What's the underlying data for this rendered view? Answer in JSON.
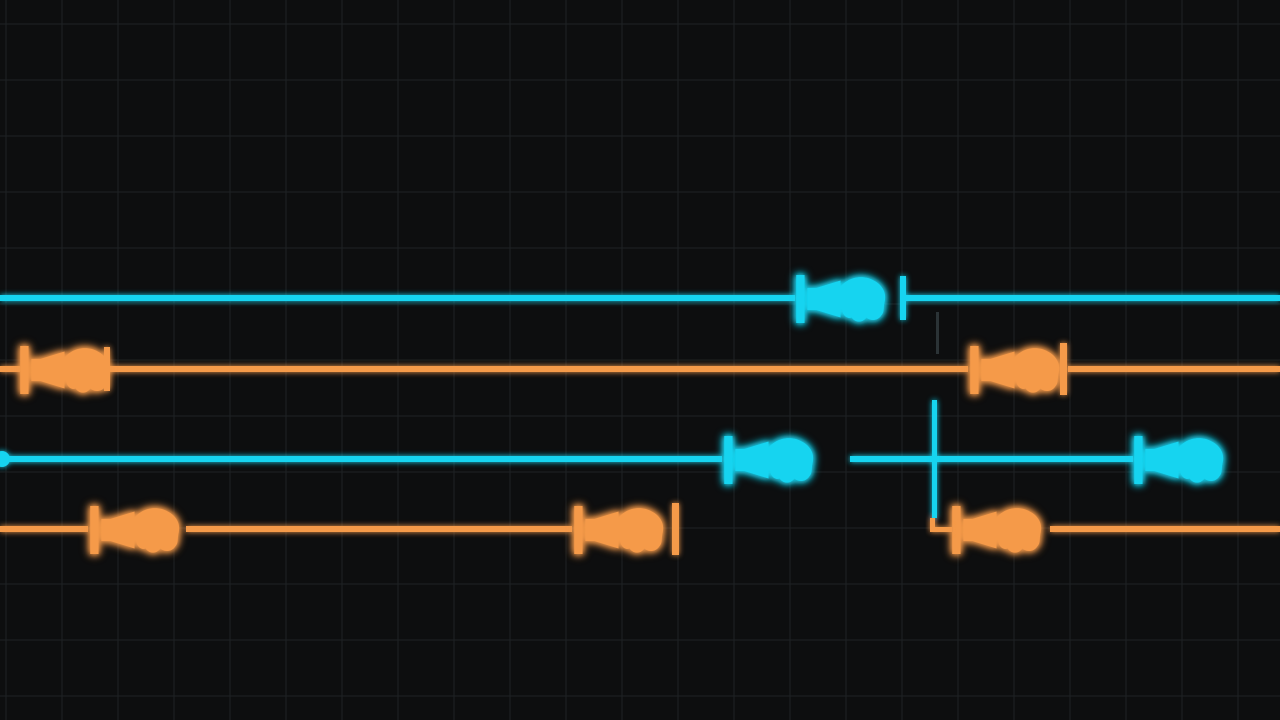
{
  "palette": {
    "background": "#0d0e0f",
    "grid": "#1f2224",
    "cyan": "#19d4f0",
    "orange": "#f59a4a"
  },
  "icons": {
    "connector": "plug-handshake-icon"
  },
  "tracks": [
    {
      "name": "cyan-track-1",
      "color": "cyan",
      "connectors": [
        {
          "name": "cyan-track-1-connector-1",
          "orientation": "right"
        }
      ]
    },
    {
      "name": "orange-track-1",
      "color": "orange",
      "connectors": [
        {
          "name": "orange-track-1-connector-1",
          "orientation": "right"
        },
        {
          "name": "orange-track-1-connector-2",
          "orientation": "right"
        }
      ]
    },
    {
      "name": "cyan-track-2",
      "color": "cyan",
      "connectors": [
        {
          "name": "cyan-track-2-connector-1",
          "orientation": "right"
        },
        {
          "name": "cyan-track-2-connector-2",
          "orientation": "right"
        }
      ]
    },
    {
      "name": "orange-track-2",
      "color": "orange",
      "connectors": [
        {
          "name": "orange-track-2-connector-1",
          "orientation": "right"
        },
        {
          "name": "orange-track-2-connector-2",
          "orientation": "right"
        },
        {
          "name": "orange-track-2-connector-3",
          "orientation": "right"
        }
      ]
    }
  ]
}
